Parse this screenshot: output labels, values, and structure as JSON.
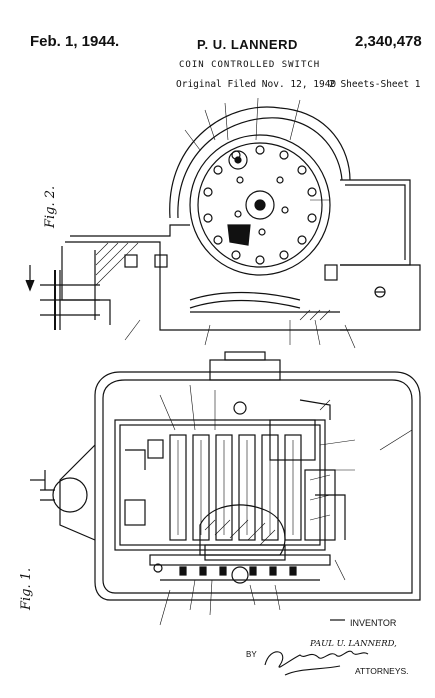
{
  "header": {
    "date": "Feb. 1, 1944.",
    "inventor": "P. U. LANNERD",
    "patent_number": "2,340,478",
    "title": "COIN CONTROLLED SWITCH",
    "filed": "Original Filed Nov. 12, 1940",
    "sheets": "2 Sheets-Sheet 1"
  },
  "figures": {
    "fig2_label": "Fig. 2.",
    "fig1_label": "Fig. 1."
  },
  "footer": {
    "inventor_label": "INVENTOR",
    "inventor_name": "PAUL U. LANNERD,",
    "by": "BY",
    "attorneys": "ATTORNEYS."
  }
}
